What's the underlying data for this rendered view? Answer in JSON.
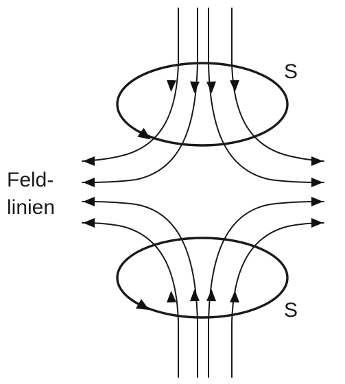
{
  "diagram": {
    "loop_labels": {
      "top": "S",
      "bottom": "S"
    },
    "field_label_lines": [
      "Feld-",
      "linien"
    ],
    "colors": {
      "line": "#1a1a1a",
      "background": "#ffffff"
    }
  }
}
